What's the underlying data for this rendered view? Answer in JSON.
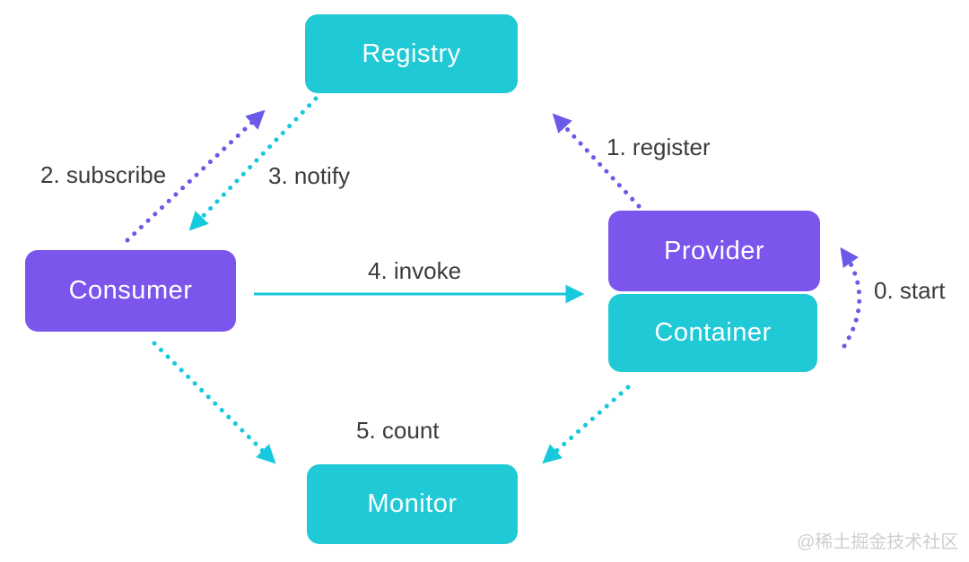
{
  "nodes": {
    "registry": {
      "label": "Registry",
      "color": "#1fc9d6"
    },
    "provider": {
      "label": "Provider",
      "color": "#7b55ec"
    },
    "container": {
      "label": "Container",
      "color": "#1fc9d6"
    },
    "consumer": {
      "label": "Consumer",
      "color": "#7b55ec"
    },
    "monitor": {
      "label": "Monitor",
      "color": "#1fc9d6"
    }
  },
  "edges": {
    "start": {
      "label": "0. start",
      "from": "Container",
      "to": "Provider",
      "style": "dotted-curve",
      "color": "#6b5ae8"
    },
    "register": {
      "label": "1. register",
      "from": "Provider",
      "to": "Registry",
      "style": "dotted",
      "color": "#6b5ae8"
    },
    "subscribe": {
      "label": "2. subscribe",
      "from": "Consumer",
      "to": "Registry",
      "style": "dotted",
      "color": "#6b5ae8"
    },
    "notify": {
      "label": "3. notify",
      "from": "Registry",
      "to": "Consumer",
      "style": "dotted",
      "color": "#17c9dc"
    },
    "invoke": {
      "label": "4. invoke",
      "from": "Consumer",
      "to": "Provider",
      "style": "solid",
      "color": "#17c9dc"
    },
    "count": {
      "label": "5. count",
      "from": "Consumer and Container",
      "to": "Monitor",
      "style": "dotted",
      "color": "#17c9dc"
    }
  },
  "colors": {
    "cyan_box": "#1fc9d6",
    "purple_box": "#7b55ec",
    "purple_arrow": "#6b5ae8",
    "cyan_arrow": "#17c9dc",
    "label_text": "#3b3b3b",
    "node_text": "#ffffff",
    "watermark": "#cfcfcf",
    "background": "#ffffff"
  },
  "watermark": {
    "text": "@稀土掘金技术社区"
  }
}
